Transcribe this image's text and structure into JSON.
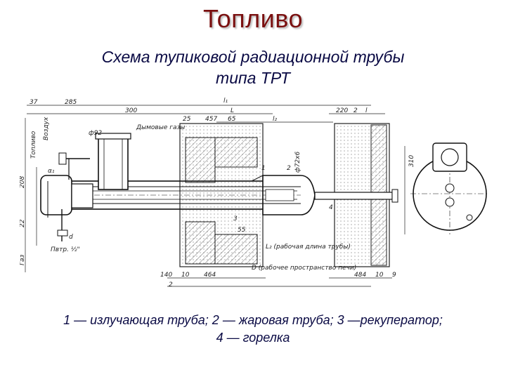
{
  "header": {
    "title": "Топливо"
  },
  "subtitle": {
    "line1": "Схема тупиковой радиационной трубы",
    "line2": "типа ТРТ"
  },
  "drawing": {
    "dimensions": [
      "37",
      "285",
      "300",
      "L",
      "l₁",
      "l₂",
      "25",
      "457",
      "65",
      "220",
      "2",
      "l",
      "ф92",
      "ф72х6",
      "Дымовые газы",
      "Топливо",
      "Воздух",
      "α₁",
      "208",
      "22",
      "55",
      "d",
      "Газ",
      "Пвтр. ½\"",
      "140",
      "10",
      "464",
      "2",
      "484",
      "10",
      "9",
      "310",
      "1",
      "2",
      "3",
      "4"
    ],
    "annotations": {
      "l2_note": "L₂ (рабочая длина трубы)",
      "d_note": "D (рабочее пространство печи)"
    }
  },
  "caption": {
    "line1": "1 — излучающая  труба;  2 — жаровая  труба;  3 —рекуператор;",
    "line2": "4 — горелка"
  }
}
